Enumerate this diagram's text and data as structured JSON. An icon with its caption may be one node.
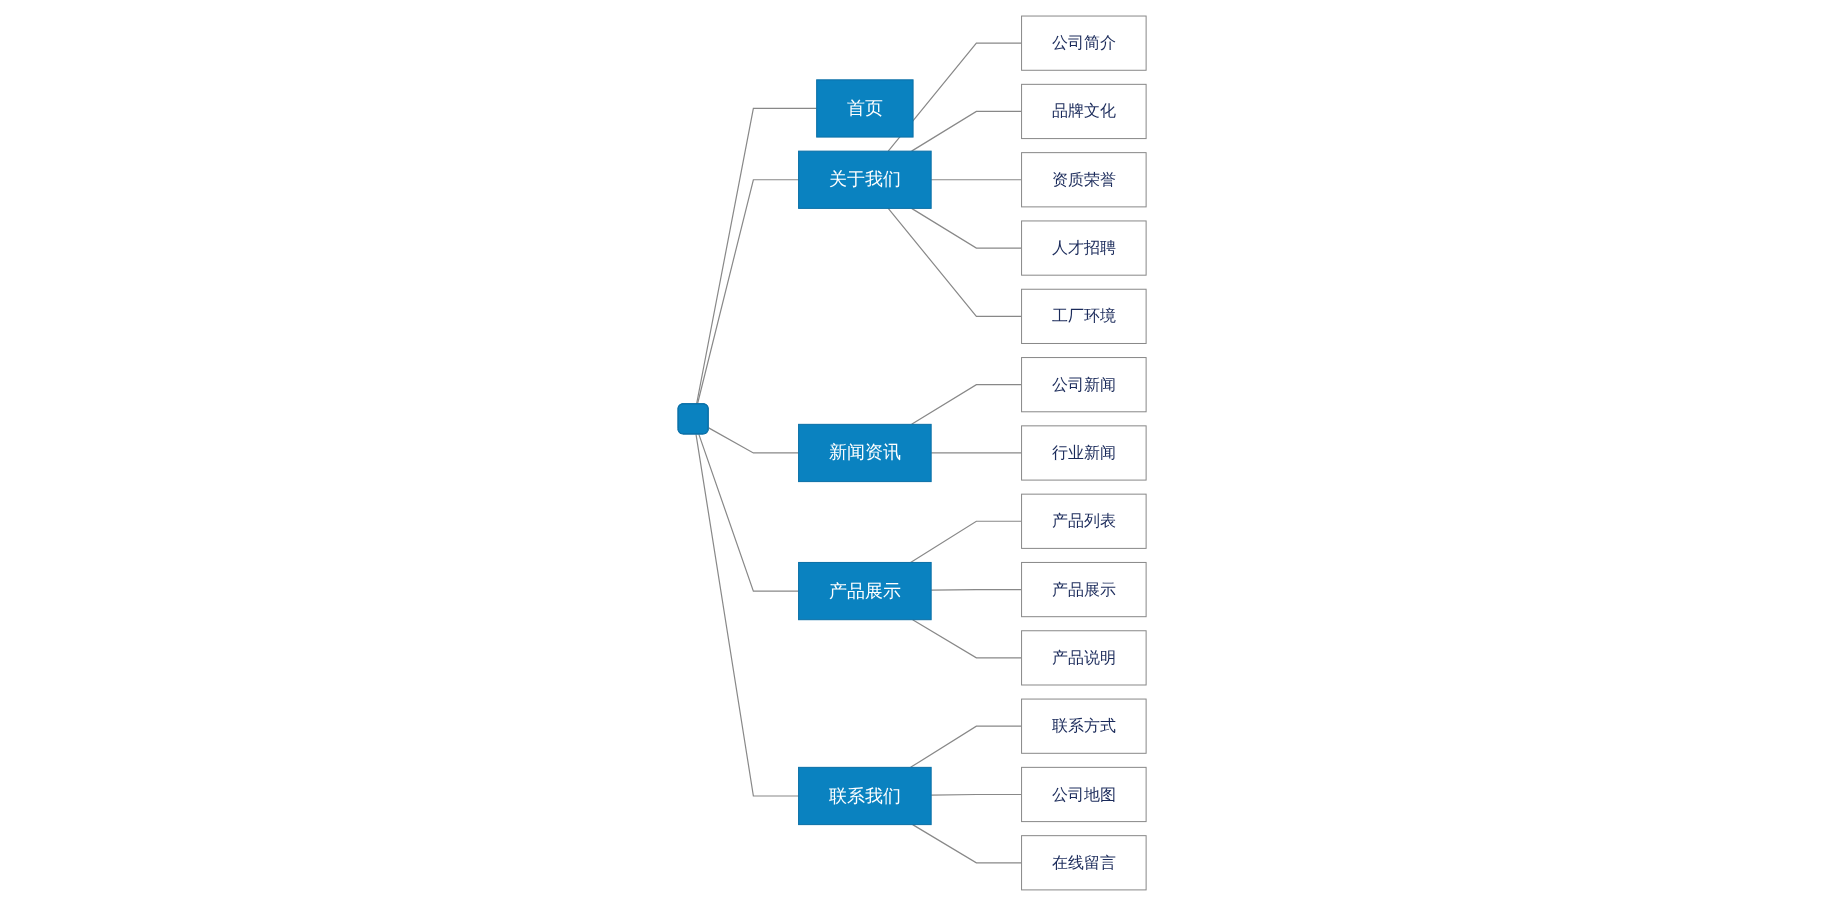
{
  "diagram": {
    "nodes": [
      {
        "text": [],
        "shape": "box"
      },
      {
        "text": [
          "首页"
        ]
      },
      {
        "text": [
          "关于我们"
        ]
      },
      {
        "text": [
          "新闻资讯"
        ]
      },
      {
        "text": [
          "产品展示"
        ]
      },
      {
        "text": [
          "联系我们"
        ]
      },
      {
        "text": [
          "公司简介"
        ]
      },
      {
        "text": [
          "品牌文化"
        ]
      },
      {
        "text": [
          "资质荣誉"
        ]
      },
      {
        "text": [
          "人才招聘"
        ]
      },
      {
        "text": [
          "工厂环境"
        ]
      },
      {
        "text": [
          "公司新闻"
        ]
      },
      {
        "text": [
          "行业新闻"
        ]
      },
      {
        "text": [
          "产品列表"
        ]
      },
      {
        "text": [
          "产品展示"
        ]
      },
      {
        "text": [
          "产品说明"
        ]
      },
      {
        "text": [
          "联系方式"
        ]
      },
      {
        "text": [
          "公司地图"
        ]
      },
      {
        "text": [
          "在线留言"
        ]
      }
    ],
    "edges": [
      {
        "from": 0,
        "to": 1,
        "arrow": "none"
      },
      {
        "from": 0,
        "to": 2,
        "arrow": "none"
      },
      {
        "from": 0,
        "to": 3,
        "arrow": "none"
      },
      {
        "from": 0,
        "to": 4,
        "arrow": "none"
      },
      {
        "from": 0,
        "to": 5,
        "arrow": "none"
      },
      {
        "from": 2,
        "to": 6,
        "arrow": "none"
      },
      {
        "from": 2,
        "to": 7,
        "arrow": "none"
      },
      {
        "from": 2,
        "to": 8,
        "arrow": "none"
      },
      {
        "from": 2,
        "to": 9,
        "arrow": "none"
      },
      {
        "from": 2,
        "to": 10,
        "arrow": "none"
      },
      {
        "from": 3,
        "to": 11,
        "arrow": "none"
      },
      {
        "from": 3,
        "to": 12,
        "arrow": "none"
      },
      {
        "from": 4,
        "to": 13,
        "arrow": "none"
      },
      {
        "from": 4,
        "to": 14,
        "arrow": "none"
      },
      {
        "from": 4,
        "to": 15,
        "arrow": "none"
      },
      {
        "from": 5,
        "to": 16,
        "arrow": "none"
      },
      {
        "from": 5,
        "to": 17,
        "arrow": "none"
      },
      {
        "from": 5,
        "to": 18,
        "arrow": "none"
      }
    ]
  }
}
